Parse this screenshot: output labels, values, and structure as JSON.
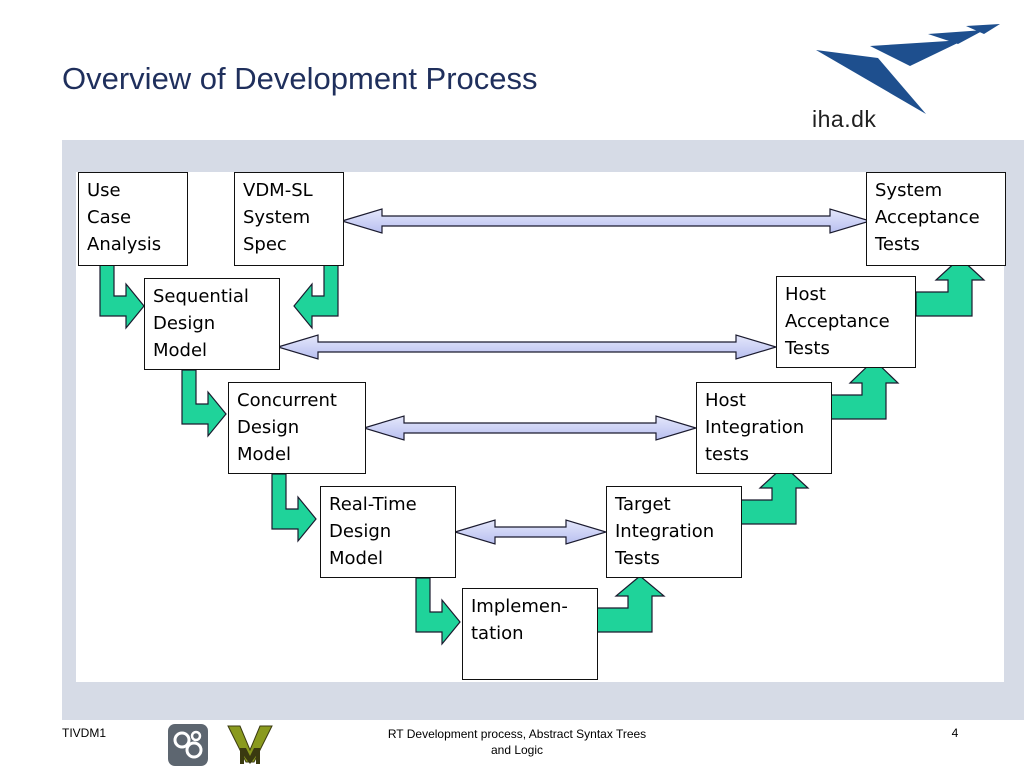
{
  "slide": {
    "title": "Overview of Development Process",
    "logo_text": "iha.dk",
    "colors": {
      "title": "#1f2f5c",
      "logo_blue": "#1e4f8e",
      "flow_arrow": "#1fd39a",
      "link_arrow": "#c8cef5",
      "panel": "#d6dbe6"
    }
  },
  "diagram": {
    "boxes": {
      "use_case": "Use\nCase\nAnalysis",
      "vdm_sl": "VDM-SL\nSystem\nSpec",
      "sequential": "Sequential\nDesign\nModel",
      "concurrent": "Concurrent\nDesign\nModel",
      "realtime": "Real-Time\nDesign\nModel",
      "implementation": "Implemen-\ntation",
      "system_acceptance": "System\nAcceptance\nTests",
      "host_acceptance": "Host\nAcceptance\nTests",
      "host_integration": "Host\nIntegration\ntests",
      "target_integration": "Target\nIntegration\nTests"
    },
    "links": [
      {
        "from": "vdm_sl",
        "to": "system_acceptance"
      },
      {
        "from": "sequential",
        "to": "host_acceptance"
      },
      {
        "from": "concurrent",
        "to": "host_integration"
      },
      {
        "from": "realtime",
        "to": "target_integration"
      }
    ]
  },
  "footer": {
    "course": "TIVDM1",
    "center_line1": "RT Development process, Abstract Syntax Trees",
    "center_line2": "and Logic",
    "page_number": "4"
  }
}
